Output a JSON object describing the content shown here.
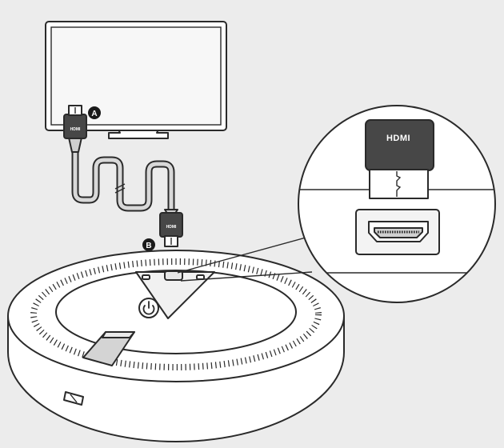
{
  "labels": {
    "tv_port": "A",
    "device_port": "B"
  },
  "connector_text": {
    "small_a": "HDMI",
    "small_b": "HDMI",
    "zoom": "HDMI"
  },
  "colors": {
    "background": "#ececec",
    "line": "#2a2a2a",
    "connector_body": "#474747",
    "badge": "#1a1a1a"
  }
}
